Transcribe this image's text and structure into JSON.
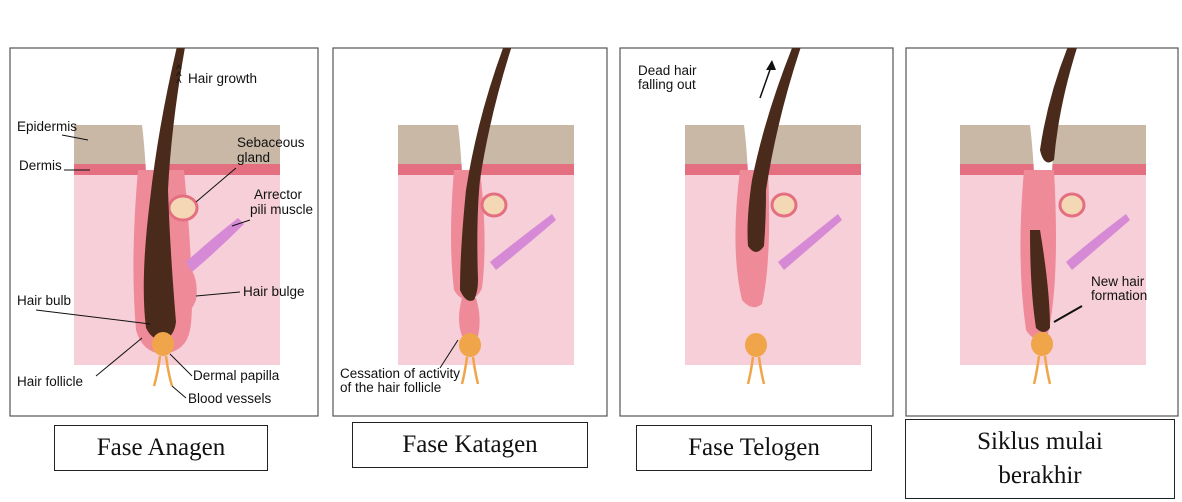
{
  "panels": [
    {
      "caption": "Fase Anagen",
      "labels": {
        "hair_growth": "Hair growth",
        "epidermis": "Epidermis",
        "dermis": "Dermis",
        "sebaceous_1": "Sebaceous",
        "sebaceous_2": "gland",
        "arrector_1": "Arrector",
        "arrector_2": "pili muscle",
        "hair_bulge": "Hair bulge",
        "hair_bulb": "Hair bulb",
        "hair_follicle": "Hair follicle",
        "dermal_papilla": "Dermal papilla",
        "blood_vessels": "Blood vessels"
      }
    },
    {
      "caption": "Fase Katagen",
      "labels": {
        "cessation_1": "Cessation of activity",
        "cessation_2": "of the hair follicle"
      }
    },
    {
      "caption": "Fase Telogen",
      "labels": {
        "dead_1": "Dead hair",
        "dead_2": "falling out"
      }
    },
    {
      "caption_line1": "Siklus mulai",
      "caption_line2": "berakhir",
      "labels": {
        "new_1": "New hair",
        "new_2": "formation"
      }
    }
  ],
  "colors": {
    "epidermis": "#c9b8a6",
    "dermis_band": "#e46f80",
    "dermis": "#f6cfd8",
    "follicle": "#ef8a99",
    "hair": "#4a2a1a",
    "papilla": "#f0a54a",
    "muscle": "#d68ad6"
  }
}
